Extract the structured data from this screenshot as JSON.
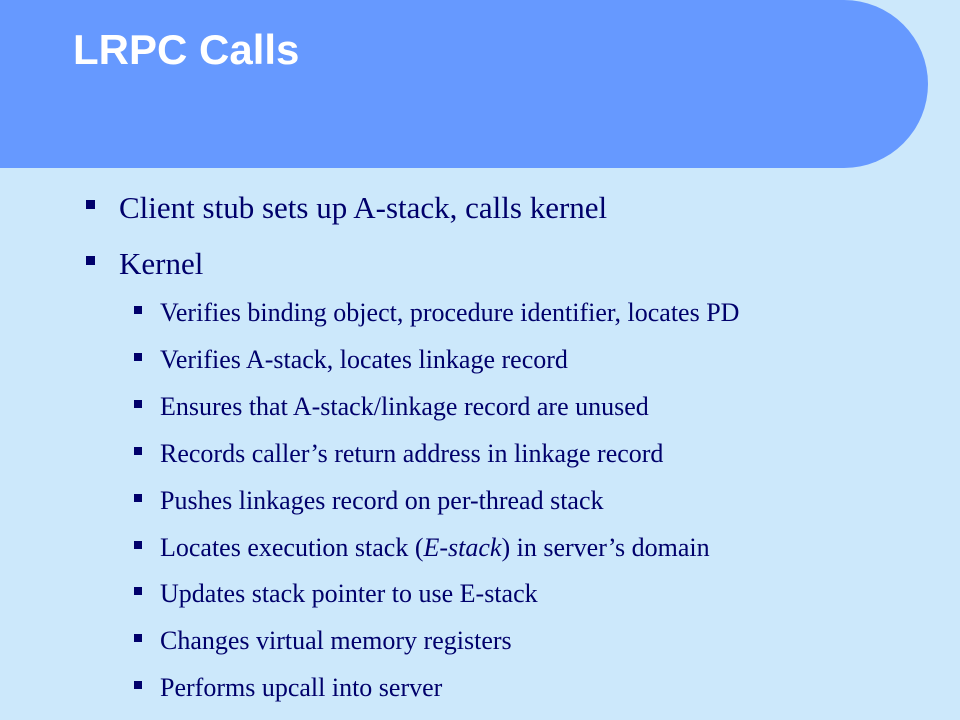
{
  "title": "LRPC Calls",
  "bullets": [
    {
      "text": "Client stub sets up A-stack, calls kernel"
    },
    {
      "text": "Kernel"
    },
    {
      "text": "Verifies binding object, procedure identifier, locates PD"
    },
    {
      "text": "Verifies A-stack, locates linkage record"
    },
    {
      "text": "Ensures that A-stack/linkage record are unused"
    },
    {
      "text": "Records caller’s return address in linkage record"
    },
    {
      "text": "Pushes linkages record on per-thread stack"
    },
    {
      "before": "Locates execution stack (",
      "em": "E-stack",
      "after": ") in server’s domain"
    },
    {
      "text": "Updates stack pointer to use E-stack"
    },
    {
      "text": "Changes virtual memory registers"
    },
    {
      "text": "Performs upcall into server"
    }
  ],
  "colors": {
    "title_band": "#6699ff",
    "background": "#cce8fb",
    "text": "#00006b",
    "title_text": "#ffffff"
  },
  "icons": {
    "bullet": "square-bullet-icon"
  }
}
